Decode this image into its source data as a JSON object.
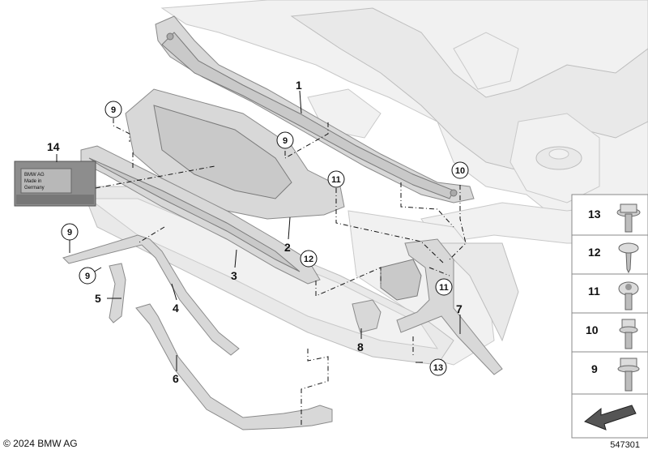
{
  "copyright": "© 2024 BMW AG",
  "diagram_id": "547301",
  "callouts": [
    {
      "id": "1",
      "text": "1",
      "circled": false
    },
    {
      "id": "2",
      "text": "2",
      "circled": false
    },
    {
      "id": "3",
      "text": "3",
      "circled": false
    },
    {
      "id": "4",
      "text": "4",
      "circled": false
    },
    {
      "id": "5",
      "text": "5",
      "circled": false
    },
    {
      "id": "6",
      "text": "6",
      "circled": false
    },
    {
      "id": "7",
      "text": "7",
      "circled": false
    },
    {
      "id": "8",
      "text": "8",
      "circled": false
    },
    {
      "id": "14",
      "text": "14",
      "circled": false
    },
    {
      "id": "9a",
      "text": "9",
      "circled": true
    },
    {
      "id": "9b",
      "text": "9",
      "circled": true
    },
    {
      "id": "9c",
      "text": "9",
      "circled": true
    },
    {
      "id": "9d",
      "text": "9",
      "circled": true
    },
    {
      "id": "10",
      "text": "10",
      "circled": true
    },
    {
      "id": "11a",
      "text": "11",
      "circled": true
    },
    {
      "id": "11b",
      "text": "11",
      "circled": true
    },
    {
      "id": "12",
      "text": "12",
      "circled": true
    },
    {
      "id": "13",
      "text": "13",
      "circled": true
    }
  ],
  "fastener_legend": [
    {
      "id": "13",
      "text": "13",
      "icon": "hex-flange-bolt-icon"
    },
    {
      "id": "12",
      "text": "12",
      "icon": "pan-head-screw-icon"
    },
    {
      "id": "11",
      "text": "11",
      "icon": "torx-collar-screw-icon"
    },
    {
      "id": "10",
      "text": "10",
      "icon": "torx-bolt-icon"
    },
    {
      "id": "9",
      "text": "9",
      "icon": "hex-bolt-icon"
    }
  ],
  "nav_icon": "arrow-back-icon",
  "label_plate_lines": [
    "BMW AG",
    "Made in",
    "Germany"
  ]
}
